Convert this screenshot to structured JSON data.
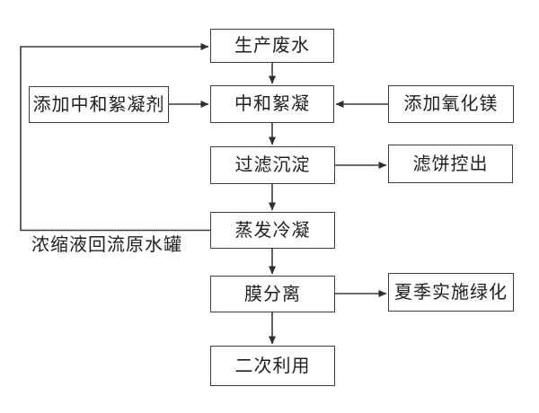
{
  "diagram": {
    "type": "flowchart",
    "nodes": {
      "production_wastewater": {
        "label": "生产废水"
      },
      "add_neutralizing_flocculant": {
        "label": "添加中和絮凝剂"
      },
      "neutralization_flocculation": {
        "label": "中和絮凝"
      },
      "add_magnesium_oxide": {
        "label": "添加氧化镁"
      },
      "filtration_sedimentation": {
        "label": "过滤沉淀"
      },
      "filter_cake_out": {
        "label": "滤饼控出"
      },
      "evaporation_condensation": {
        "label": "蒸发冷凝"
      },
      "membrane_separation": {
        "label": "膜分离"
      },
      "summer_greening": {
        "label": "夏季实施绿化"
      },
      "secondary_use": {
        "label": "二次利用"
      }
    },
    "annotation": {
      "recycle_return_label": "浓缩液回流原水罐"
    },
    "edges": [
      {
        "from": "production_wastewater",
        "to": "neutralization_flocculation",
        "direction": "down"
      },
      {
        "from": "add_neutralizing_flocculant",
        "to": "neutralization_flocculation",
        "direction": "right"
      },
      {
        "from": "add_magnesium_oxide",
        "to": "neutralization_flocculation",
        "direction": "left"
      },
      {
        "from": "neutralization_flocculation",
        "to": "filtration_sedimentation",
        "direction": "down"
      },
      {
        "from": "filtration_sedimentation",
        "to": "filter_cake_out",
        "direction": "right"
      },
      {
        "from": "filtration_sedimentation",
        "to": "evaporation_condensation",
        "direction": "down"
      },
      {
        "from": "evaporation_condensation",
        "to": "production_wastewater",
        "direction": "feedback-loop-left",
        "label": "浓缩液回流原水罐"
      },
      {
        "from": "evaporation_condensation",
        "to": "membrane_separation",
        "direction": "down"
      },
      {
        "from": "membrane_separation",
        "to": "summer_greening",
        "direction": "right"
      },
      {
        "from": "membrane_separation",
        "to": "secondary_use",
        "direction": "down"
      }
    ],
    "colors": {
      "line": "#3c3c3c",
      "box_border": "#3d3d3d",
      "text": "#1f1f1f",
      "background": "#ffffff"
    }
  }
}
